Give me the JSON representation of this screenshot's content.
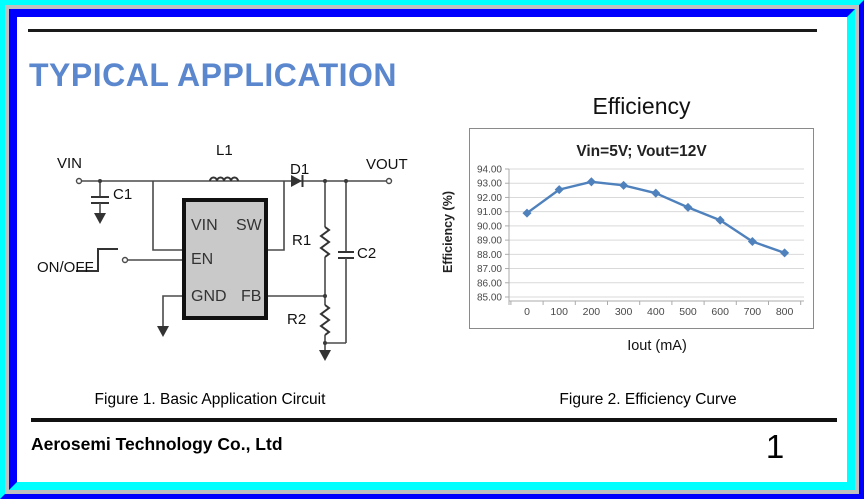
{
  "page": {
    "section_title": "TYPICAL APPLICATION",
    "company": "Aerosemi Technology Co., Ltd",
    "page_number": "1"
  },
  "figure1": {
    "caption": "Figure 1. Basic Application Circuit",
    "labels": {
      "vin": "VIN",
      "vout": "VOUT",
      "onoff": "ON/OFF",
      "l1": "L1",
      "d1": "D1",
      "c1": "C1",
      "c2": "C2",
      "r1": "R1",
      "r2": "R2"
    },
    "ic_pins": {
      "vin": "VIN",
      "sw": "SW",
      "en": "EN",
      "gnd": "GND",
      "fb": "FB"
    }
  },
  "figure2": {
    "caption": "Figure 2. Efficiency Curve"
  },
  "chart_data": {
    "type": "line",
    "title": "Efficiency",
    "subtitle": "Vin=5V; Vout=12V",
    "xlabel": "Iout (mA)",
    "ylabel": "Efficiency (%)",
    "x": [
      0,
      100,
      200,
      300,
      400,
      500,
      600,
      700,
      800
    ],
    "series": [
      {
        "name": "Efficiency",
        "values": [
          90.9,
          92.55,
          93.1,
          92.85,
          92.3,
          91.3,
          90.4,
          88.9,
          88.1
        ]
      }
    ],
    "ylim": [
      85,
      94
    ],
    "ytick_step": 1,
    "ytick_decimals": 2,
    "grid": true,
    "legend": false,
    "line_color": "#4f81bd"
  },
  "colors": {
    "frame_cyan": "#00ffff",
    "frame_blue": "#0000ff",
    "frame_silver": "#c0c0c0",
    "title_blue": "#5b87ce",
    "chart_line": "#4f81bd",
    "ic_fill": "#c9c9c9"
  }
}
